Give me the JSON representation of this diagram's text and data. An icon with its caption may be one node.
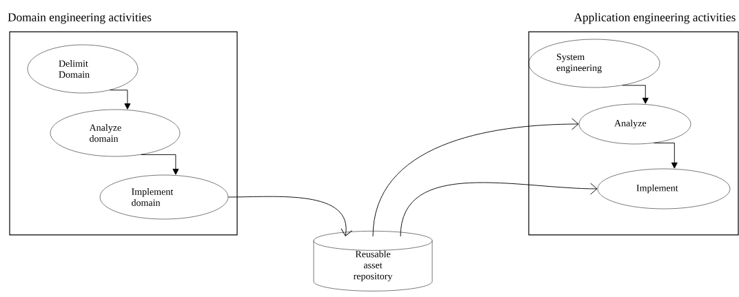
{
  "diagram": {
    "nodes": [
      {
        "text": [
          "Domain engineering activities"
        ]
      },
      {
        "text": [
          "Delimit Domain"
        ],
        "in": 0
      },
      {
        "text": [
          "Analyze domain"
        ],
        "in": 0
      },
      {
        "text": [
          "Implement domain"
        ],
        "in": 0
      },
      {
        "text": [
          "Application engineering activities"
        ]
      },
      {
        "text": [
          "System engineering"
        ],
        "in": 4
      },
      {
        "text": [
          "Analyze"
        ],
        "in": 4
      },
      {
        "text": [
          "Implement"
        ],
        "in": 4
      },
      {
        "text": [
          "Reusable asset repository"
        ]
      }
    ],
    "edges": [
      {
        "from": 1,
        "to": 2,
        "arrow": "to"
      },
      {
        "from": 2,
        "to": 3,
        "arrow": "to"
      },
      {
        "from": 3,
        "to": 8,
        "arrow": "to"
      },
      {
        "from": 8,
        "to": 6,
        "arrow": "to"
      },
      {
        "from": 8,
        "to": 7,
        "arrow": "to"
      },
      {
        "from": 5,
        "to": 6,
        "arrow": "to"
      },
      {
        "from": 6,
        "to": 7,
        "arrow": "to"
      }
    ]
  }
}
